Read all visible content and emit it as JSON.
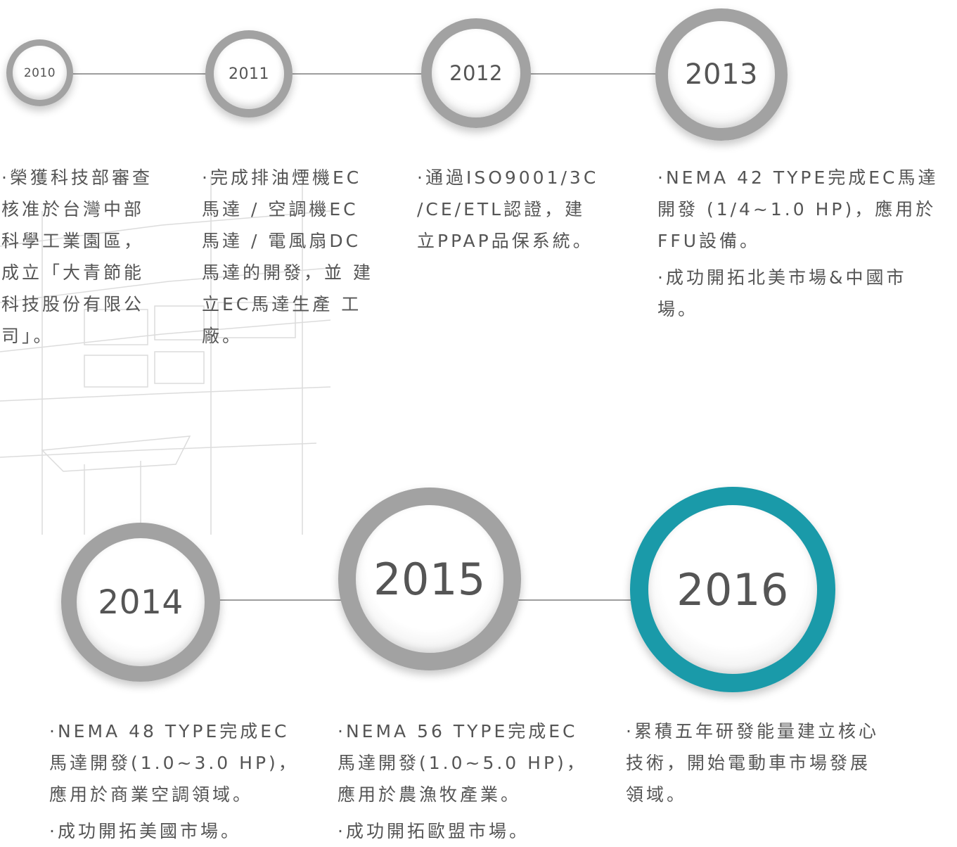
{
  "colors": {
    "ring": "#a2a2a2",
    "accent": "#1a9aa9",
    "line": "#9d9d9d",
    "text": "#555555"
  },
  "timeline": [
    {
      "year": "2010",
      "items": [
        "·榮獲科技部審查 核准於台灣中部 科學工業園區， 成立「大青節能 科技股份有限公 司」。"
      ]
    },
    {
      "year": "2011",
      "items": [
        "·完成排油煙機EC 馬達 / 空調機EC 馬達 / 電風扇DC 馬達的開發，並 建立EC馬達生產 工廠。"
      ]
    },
    {
      "year": "2012",
      "items": [
        "·通過ISO9001/3C /CE/ETL認證，建 立PPAP品保系統。"
      ]
    },
    {
      "year": "2013",
      "items": [
        "·NEMA 42 TYPE完成EC馬達 開發 (1/4~1.0 HP)，應用於 FFU設備。",
        "·成功開拓北美市場&中國市場。"
      ]
    },
    {
      "year": "2014",
      "items": [
        "·NEMA 48 TYPE完成EC 馬達開發(1.0~3.0 HP)， 應用於商業空調領域。",
        "·成功開拓美國市場。"
      ]
    },
    {
      "year": "2015",
      "items": [
        "·NEMA 56 TYPE完成EC 馬達開發(1.0~5.0 HP)， 應用於農漁牧產業。",
        "·成功開拓歐盟市場。"
      ]
    },
    {
      "year": "2016",
      "items": [
        "·累積五年研發能量建立核心 技術，開始電動車市場發展 領域。"
      ]
    }
  ]
}
